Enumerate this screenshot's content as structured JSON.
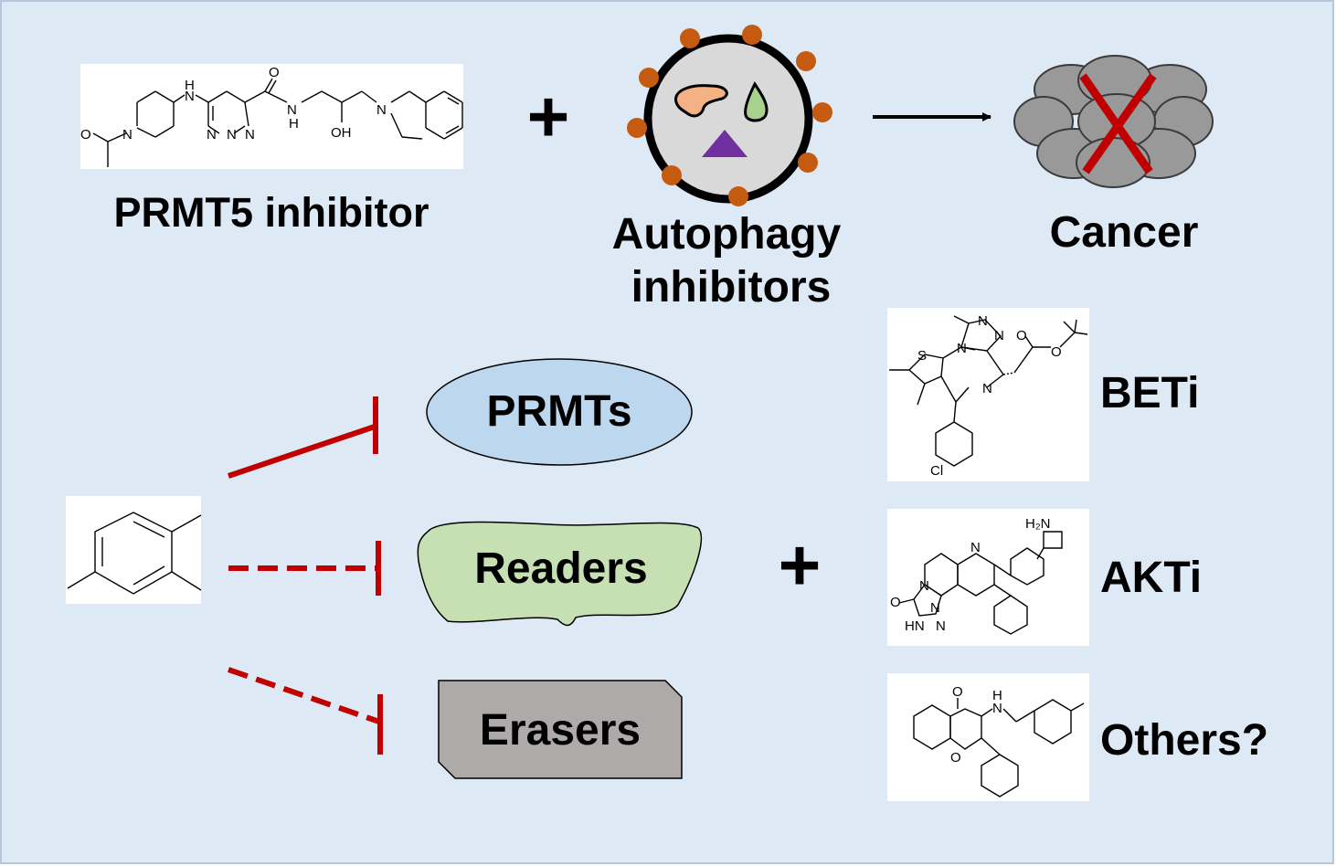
{
  "top": {
    "prmt5_label": "PRMT5 inhibitor",
    "plus": "+",
    "autophagy_line1": "Autophagy",
    "autophagy_line2": "inhibitors",
    "cancer_label": "Cancer"
  },
  "targets": {
    "prmts": "PRMTs",
    "readers": "Readers",
    "erasers": "Erasers"
  },
  "combos": {
    "plus": "+",
    "beti": "BETi",
    "akti": "AKTi",
    "others": "Others?"
  },
  "atoms": {
    "prmt5": [
      "H",
      "N",
      "O",
      "N",
      "O",
      "N",
      "N",
      "N",
      "N",
      "H",
      "OH",
      "N"
    ],
    "beti": [
      "N",
      "N",
      "S",
      "N",
      "O",
      "O",
      "N",
      "Cl"
    ],
    "akti": [
      "H₂N",
      "N",
      "N",
      "O",
      "N",
      "HN",
      "N"
    ],
    "others": [
      "O",
      "H",
      "N",
      "O"
    ]
  },
  "colors": {
    "background": "#dde9f5",
    "inhibit": "#c00000",
    "prmts_fill": "#bdd7ee",
    "readers_fill": "#c6e0b4",
    "erasers_fill": "#aeaaaa",
    "cell_fill": "#999999",
    "cross": "#c00000",
    "autophagosome_fill": "#d9d9d9",
    "granule": "#c55a11",
    "cargo_peach": "#f4b183",
    "cargo_green": "#a9d18e",
    "cargo_purple": "#7030a0"
  }
}
